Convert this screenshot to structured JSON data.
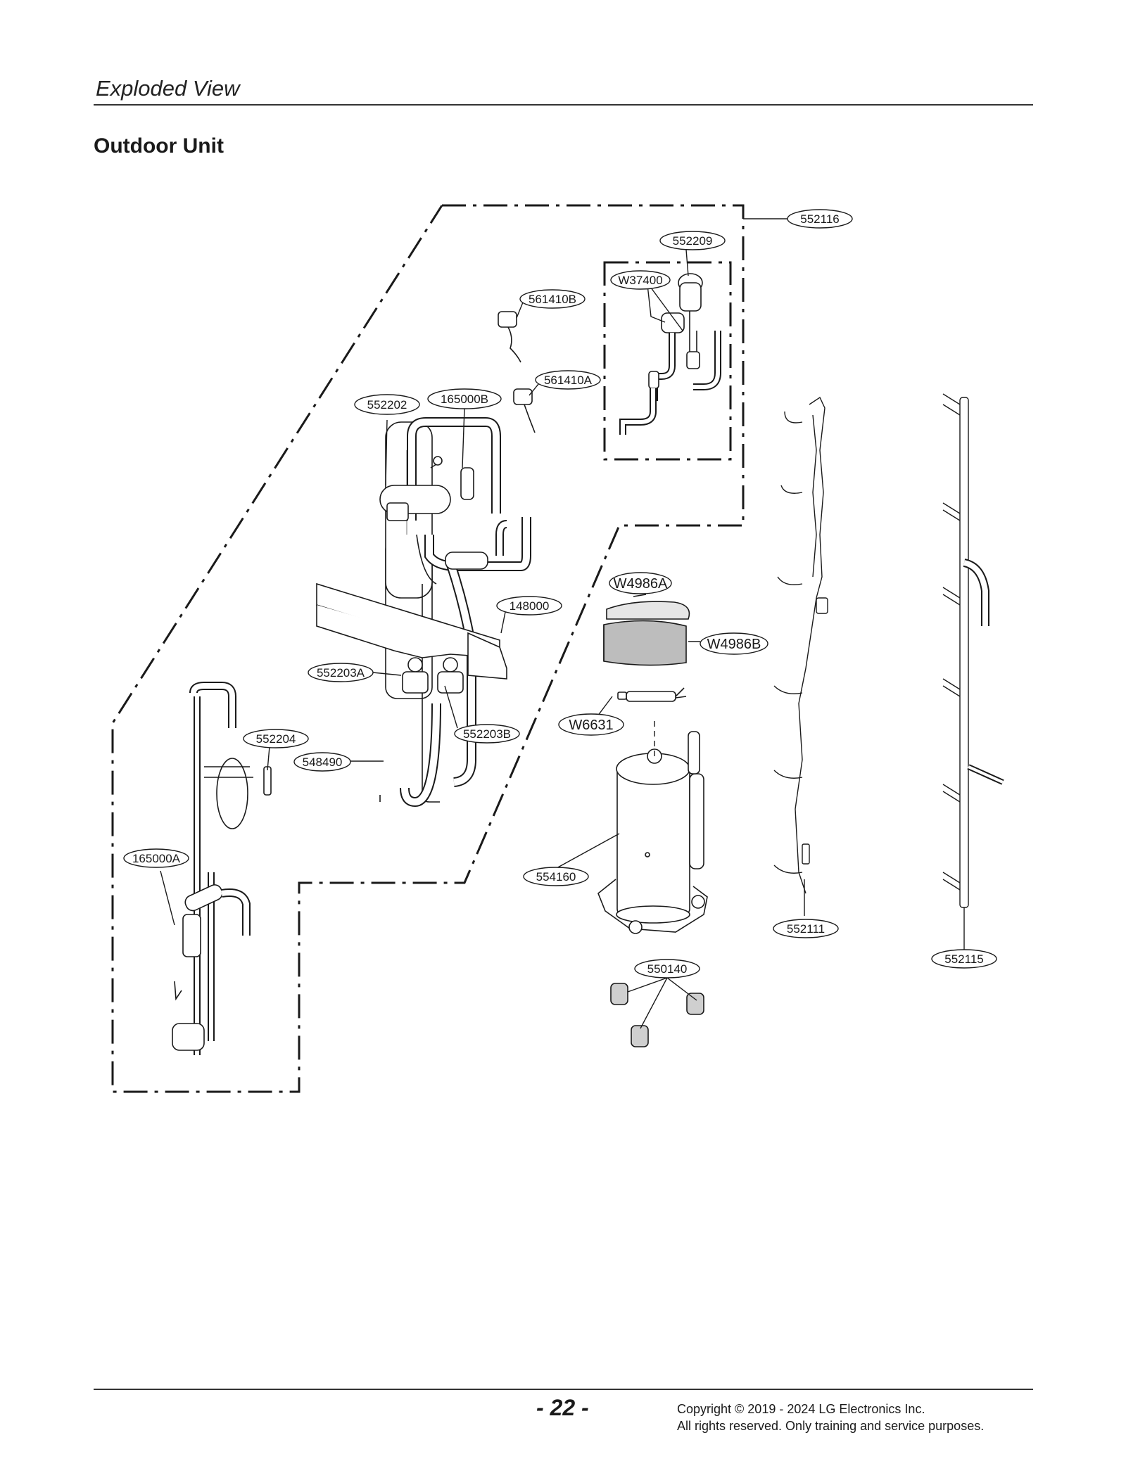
{
  "header": {
    "section_title": "Exploded View",
    "subtitle": "Outdoor Unit"
  },
  "diagram": {
    "part_labels": [
      "552116",
      "552209",
      "W37400",
      "561410B",
      "561410A",
      "552202",
      "165000B",
      "148000",
      "W4986A",
      "W4986B",
      "552203A",
      "W6631",
      "552203B",
      "552204",
      "548490",
      "165000A",
      "554160",
      "552111",
      "552115",
      "550140"
    ]
  },
  "footer": {
    "page_number": "- 22 -",
    "copyright_line1": "Copyright © 2019 - 2024 LG Electronics Inc.",
    "copyright_line2": "All rights reserved. Only training and service purposes."
  }
}
